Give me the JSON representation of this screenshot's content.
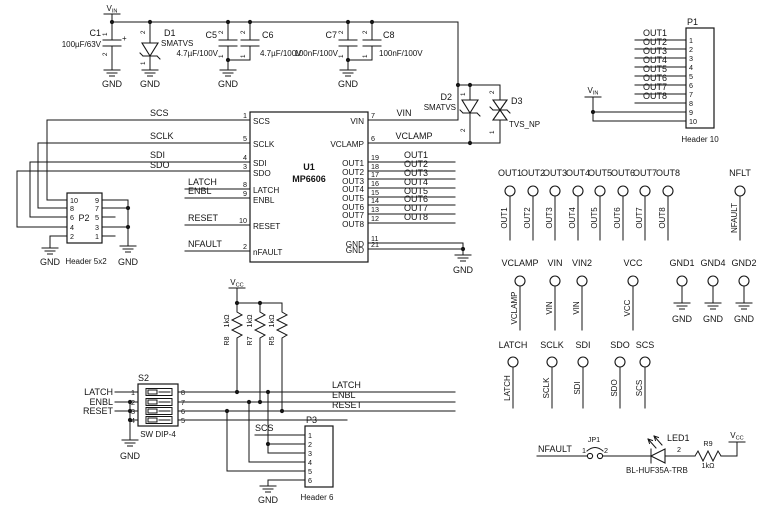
{
  "schematic": {
    "colors": {
      "wire": "#161616",
      "text": "#141414",
      "led_value": "#23246b"
    },
    "gnd": "GND",
    "power": {
      "vin_base": "V",
      "vin_sub": "IN",
      "vcc_base": "V",
      "vcc_sub": "CC"
    },
    "c1": {
      "ref": "C1",
      "value": "100µF/63V",
      "pin_top": "1",
      "pin_bottom": "2",
      "polarity": "+"
    },
    "d1": {
      "ref": "D1",
      "value": "SMATVS",
      "pin_top": "2",
      "pin_bottom": "1"
    },
    "c5": {
      "ref": "C5",
      "value": "4.7µF/100V",
      "pin_top": "2",
      "pin_bottom": "1"
    },
    "c6": {
      "ref": "C6",
      "value": "4.7µF/100V",
      "pin_top": "2",
      "pin_bottom": "1"
    },
    "c7": {
      "ref": "C7",
      "value": "100nF/100V",
      "pin_top": "2",
      "pin_bottom": "1"
    },
    "c8": {
      "ref": "C8",
      "value": "100nF/100V",
      "pin_top": "2",
      "pin_bottom": "1"
    },
    "d2": {
      "ref": "D2",
      "value": "SMATVS",
      "pin_top": "1",
      "pin_bottom": "2"
    },
    "d3": {
      "ref": "D3",
      "value": "TVS_NP",
      "pin_top": "2",
      "pin_bottom": "1"
    },
    "u1": {
      "ref": "U1",
      "part": "MP6606",
      "left_pins": [
        {
          "num": "1",
          "name": "SCS"
        },
        {
          "num": "5",
          "name": "SCLK"
        },
        {
          "num": "4",
          "name": "SDI"
        },
        {
          "num": "3",
          "name": "SDO"
        },
        {
          "num": "8",
          "name": "LATCH"
        },
        {
          "num": "9",
          "name": "ENBL"
        },
        {
          "num": "10",
          "name": "RESET"
        },
        {
          "num": "2",
          "name": "nFAULT"
        }
      ],
      "right_pins": [
        {
          "num": "7",
          "name": "VIN"
        },
        {
          "num": "6",
          "name": "VCLAMP"
        },
        {
          "num": "19",
          "name": "OUT1"
        },
        {
          "num": "18",
          "name": "OUT2"
        },
        {
          "num": "17",
          "name": "OUT3"
        },
        {
          "num": "16",
          "name": "OUT4"
        },
        {
          "num": "15",
          "name": "OUT5"
        },
        {
          "num": "14",
          "name": "OUT6"
        },
        {
          "num": "13",
          "name": "OUT7"
        },
        {
          "num": "12",
          "name": "OUT8"
        },
        {
          "num": "11",
          "name": "GND"
        },
        {
          "num": "21",
          "name": "GND"
        }
      ]
    },
    "left_nets": [
      "SCS",
      "SCLK",
      "SDI",
      "SDO",
      "LATCH",
      "ENBL",
      "RESET",
      "NFAULT"
    ],
    "right_nets": {
      "vin": "VIN",
      "vclamp": "VCLAMP",
      "out": [
        "OUT1",
        "OUT2",
        "OUT3",
        "OUT4",
        "OUT5",
        "OUT6",
        "OUT7",
        "OUT8"
      ]
    },
    "p1": {
      "ref": "P1",
      "type": "Header 10",
      "pins": [
        "1",
        "2",
        "3",
        "4",
        "5",
        "6",
        "7",
        "8",
        "9",
        "10"
      ]
    },
    "p2": {
      "ref": "P2",
      "type": "Header 5x2",
      "left_pins": [
        "10",
        "8",
        "6",
        "4",
        "2"
      ],
      "right_pins": [
        "9",
        "7",
        "5",
        "3",
        "1"
      ]
    },
    "p3": {
      "ref": "P3",
      "type": "Header 6",
      "pins": [
        "1",
        "2",
        "3",
        "4",
        "5",
        "6"
      ],
      "pin1_net": "SCS"
    },
    "s2": {
      "ref": "S2",
      "type": "SW DIP-4",
      "left_pins": [
        "1",
        "2",
        "3",
        "4"
      ],
      "right_pins": [
        "8",
        "7",
        "6",
        "5"
      ],
      "left_nets": [
        "LATCH",
        "ENBL",
        "RESET"
      ],
      "right_nets": [
        "LATCH",
        "ENBL",
        "RESET"
      ]
    },
    "r8": {
      "ref": "R8",
      "value": "1kΩ"
    },
    "r7": {
      "ref": "R7",
      "value": "1kΩ"
    },
    "r5": {
      "ref": "R5",
      "value": "1kΩ"
    },
    "tp_row1": [
      {
        "label": "OUT1",
        "net": "OUT1"
      },
      {
        "label": "OUT2",
        "net": "OUT2"
      },
      {
        "label": "OUT3",
        "net": "OUT3"
      },
      {
        "label": "OUT4",
        "net": "OUT4"
      },
      {
        "label": "OUT5",
        "net": "OUT5"
      },
      {
        "label": "OUT6",
        "net": "OUT6"
      },
      {
        "label": "OUT7",
        "net": "OUT7"
      },
      {
        "label": "OUT8",
        "net": "OUT8"
      }
    ],
    "tp_nflt": {
      "label": "NFLT",
      "net": "NFAULT"
    },
    "tp_row2": [
      {
        "label": "VCLAMP",
        "net": "VCLAMP"
      },
      {
        "label": "VIN",
        "net": "VIN"
      },
      {
        "label": "VIN2",
        "net": "VIN"
      },
      {
        "label": "VCC",
        "net": "VCC"
      },
      {
        "label": "GND1",
        "net": "GND"
      },
      {
        "label": "GND4",
        "net": "GND"
      },
      {
        "label": "GND2",
        "net": "GND"
      }
    ],
    "tp_row3": [
      {
        "label": "LATCH",
        "net": "LATCH"
      },
      {
        "label": "SCLK",
        "net": "SCLK"
      },
      {
        "label": "SDI",
        "net": "SDI"
      },
      {
        "label": "SDO",
        "net": "SDO"
      },
      {
        "label": "SCS",
        "net": "SCS"
      }
    ],
    "led_circuit": {
      "net": "NFAULT",
      "jp1": {
        "ref": "JP1",
        "pin1": "1",
        "pin2": "2"
      },
      "led1": {
        "ref": "LED1",
        "part": "BL-HUF35A-TRB",
        "pin2": "2"
      },
      "r9": {
        "ref": "R9",
        "value": "1kΩ"
      }
    }
  }
}
